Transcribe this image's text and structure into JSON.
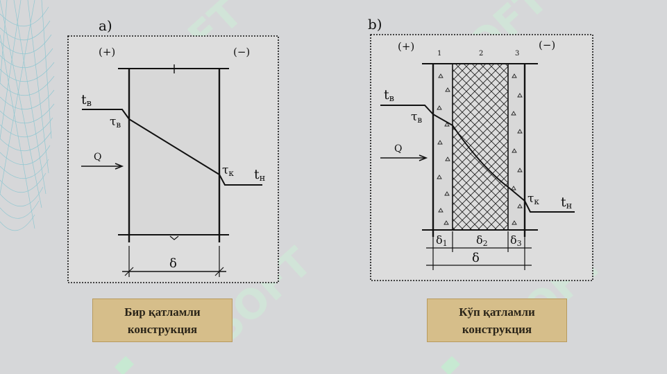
{
  "diagram_a": {
    "letter": "a)",
    "plus": "(+)",
    "minus": "(−)",
    "t_inner": "t",
    "t_inner_sub": "в",
    "tau_inner": "τ",
    "tau_inner_sub": "в",
    "q": "Q",
    "tau_outer": "τ",
    "tau_outer_sub": "к",
    "t_outer": "t",
    "t_outer_sub": "н",
    "delta": "δ"
  },
  "diagram_b": {
    "letter": "b)",
    "plus": "(+)",
    "minus": "(−)",
    "layer_1": "1",
    "layer_2": "2",
    "layer_3": "3",
    "t_inner": "t",
    "t_inner_sub": "в",
    "tau_inner": "τ",
    "tau_inner_sub": "в",
    "q": "Q",
    "tau_outer": "τ",
    "tau_outer_sub": "к",
    "t_outer": "t",
    "t_outer_sub": "н",
    "delta_1": "δ",
    "delta_1_sub": "1",
    "delta_2": "δ",
    "delta_2_sub": "2",
    "delta_3": "δ",
    "delta_3_sub": "3",
    "delta": "δ"
  },
  "captions": {
    "left_line1": "Бир қатламли",
    "left_line2": "конструкция",
    "right_line1": "Кўп қатламли",
    "right_line2": "конструкция"
  },
  "colors": {
    "background": "#d6d7d9",
    "caption_fill": "#d6be8a",
    "watermark_green": "#c4ecd0"
  }
}
